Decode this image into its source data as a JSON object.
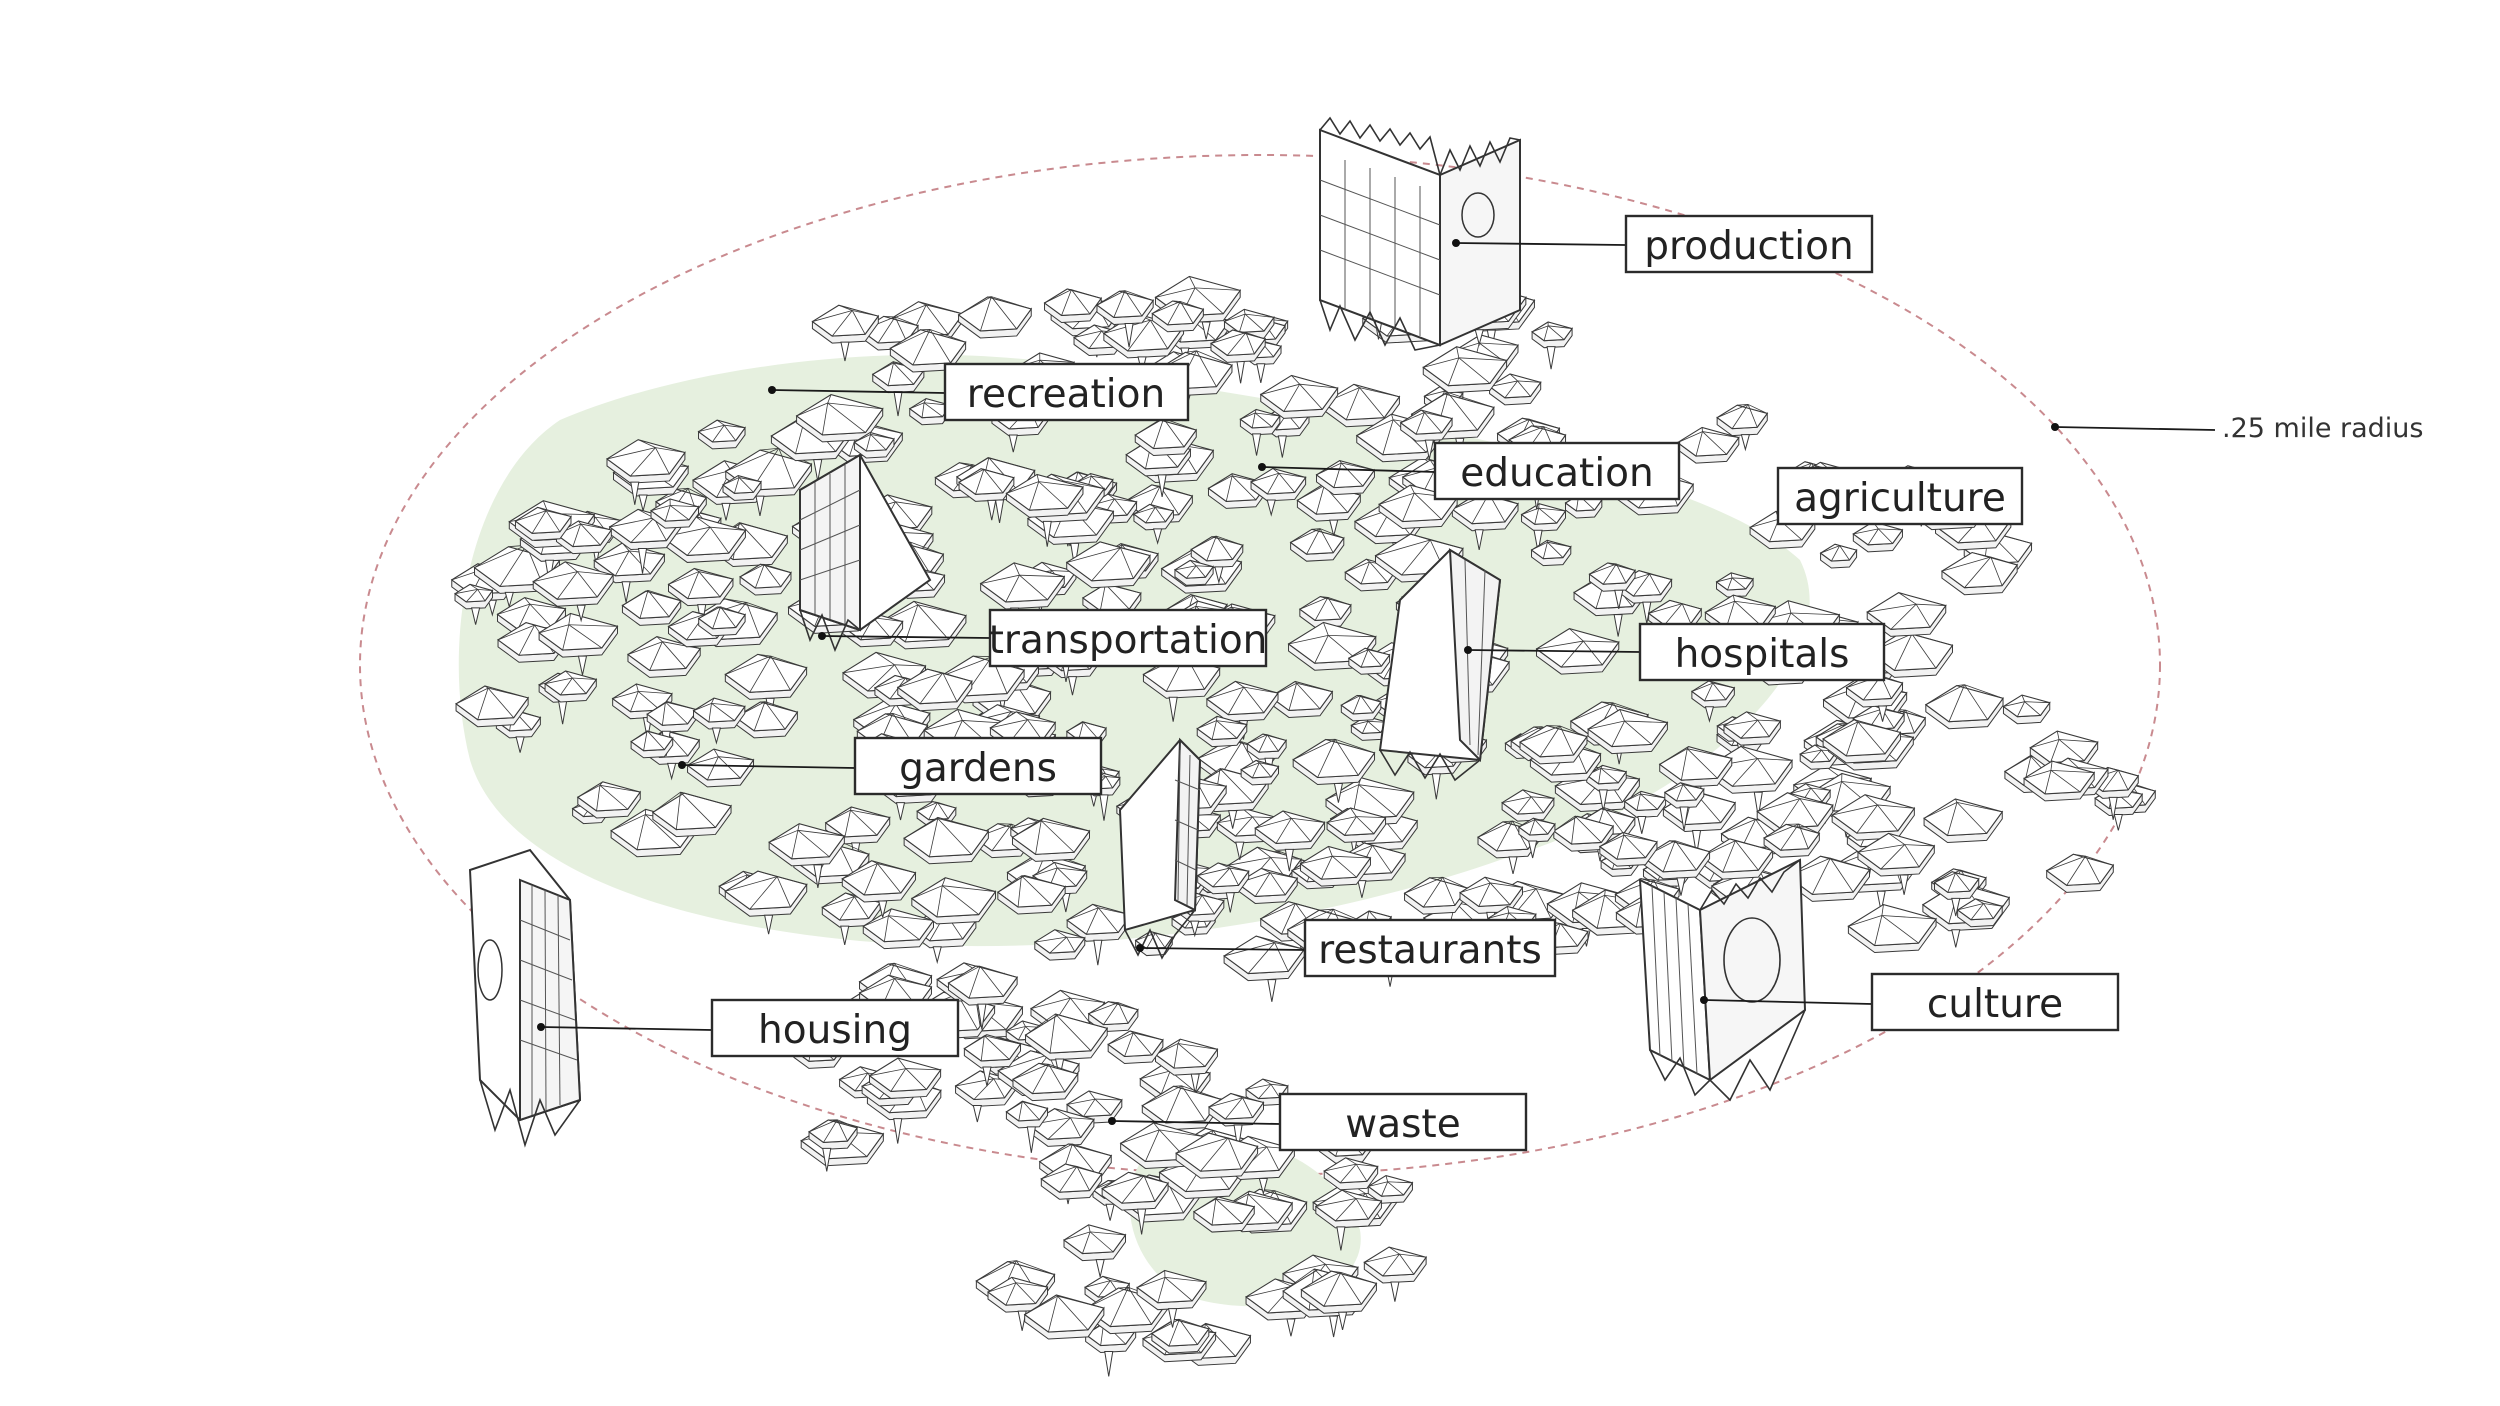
{
  "diagram": {
    "colors": {
      "radius_ring": "#c98a8f",
      "green_fill": "#e6f0df",
      "cluster_fill": "#ffffff",
      "cluster_stroke": "#3a3a3a",
      "label_border": "#2b2b2b",
      "text": "#222222"
    },
    "radius_label": ".25 mile radius",
    "labels": {
      "production": "production",
      "recreation": "recreation",
      "education": "education",
      "agriculture": "agriculture",
      "transportation": "transportation",
      "hospitals": "hospitals",
      "gardens": "gardens",
      "restaurants": "restaurants",
      "culture": "culture",
      "housing": "housing",
      "waste": "waste"
    }
  }
}
